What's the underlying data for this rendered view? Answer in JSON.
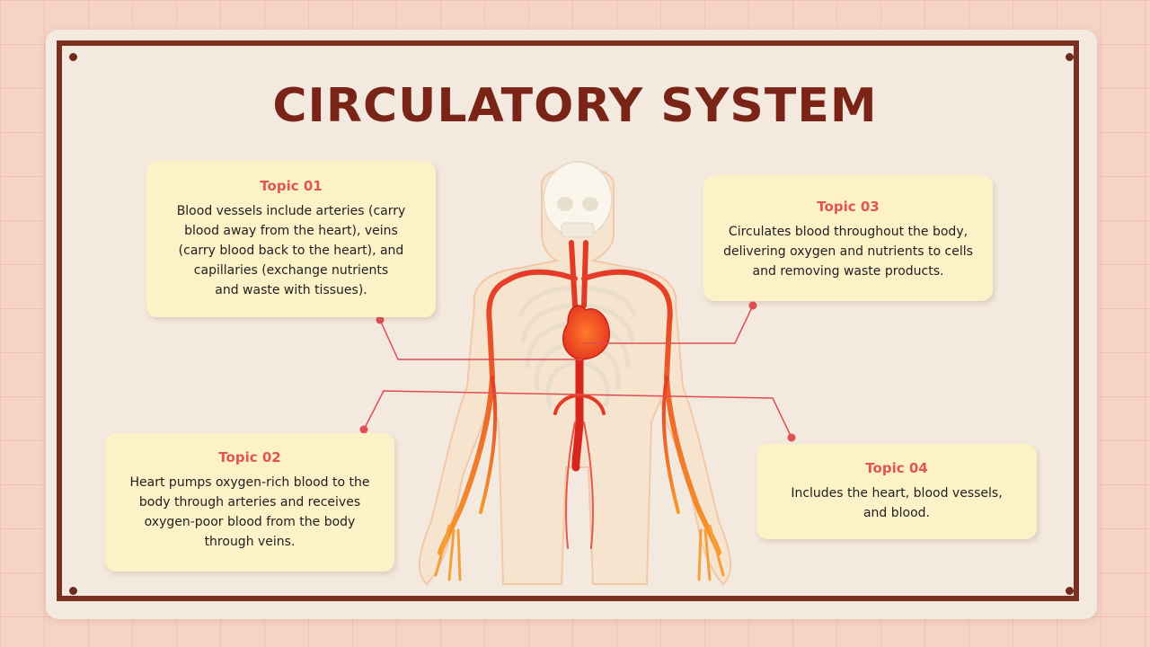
{
  "slide": {
    "title": "CIRCULATORY SYSTEM",
    "colors": {
      "background": "#f6d3c6",
      "board": "#f3e9df",
      "frame": "#7b3021",
      "title": "#7a2417",
      "card": "#fdf1c8",
      "card_title": "#e05556",
      "connector": "#e04e53"
    },
    "illustration": "human-circulatory-system"
  },
  "topics": [
    {
      "label": "Topic 01",
      "lines": [
        "Blood vessels include arteries (carry",
        "blood away from the heart), veins",
        "(carry blood back to the heart), and",
        "capillaries (exchange nutrients",
        "and waste with tissues)."
      ]
    },
    {
      "label": "Topic 02",
      "lines": [
        "Heart pumps oxygen-rich blood to the",
        "body through arteries and receives",
        "oxygen-poor blood from the body",
        "through veins."
      ]
    },
    {
      "label": "Topic 03",
      "lines": [
        "Circulates blood throughout the body,",
        "delivering oxygen and nutrients to cells",
        "and removing waste products."
      ]
    },
    {
      "label": "Topic 04",
      "lines": [
        "Includes the heart, blood vessels,",
        "and blood."
      ]
    }
  ]
}
